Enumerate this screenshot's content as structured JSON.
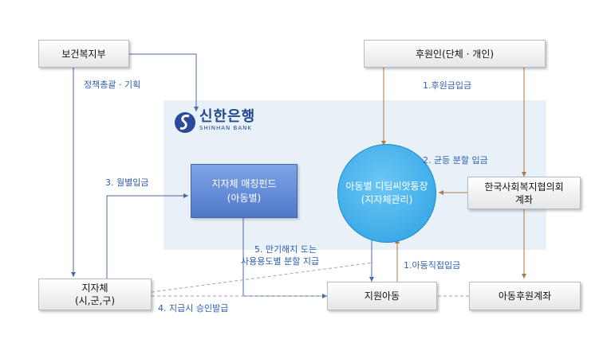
{
  "bank": {
    "name_kr": "신한은행",
    "name_en": "SHINHAN BANK"
  },
  "boxes": {
    "ministry": "보건복지부",
    "donor": "후원인(단체 · 개인)",
    "council_line1": "한국사회복지협의회",
    "council_line2": "계좌",
    "local_line1": "지자체",
    "local_line2": "(시,군,구)",
    "support_child": "지원아동",
    "child_sponsor_account": "아동후원계좌"
  },
  "fund": {
    "line1": "지자체 매칭펀드",
    "line2": "(아동별)"
  },
  "circle": {
    "line1": "아동별 디딤씨앗통장",
    "line2": "(지자체관리)"
  },
  "labels": {
    "policy": "정책총괄 · 기획",
    "monthly": "3. 월별입금",
    "donation": "1.후원금입금",
    "equal": "2. 균등 분할 입금",
    "maturity_line1": "5. 만기해지 도는",
    "maturity_line2": "사용용도별 분할 지급",
    "direct": "1.아동직접입금",
    "approval": "4. 지급시 승인발급"
  }
}
